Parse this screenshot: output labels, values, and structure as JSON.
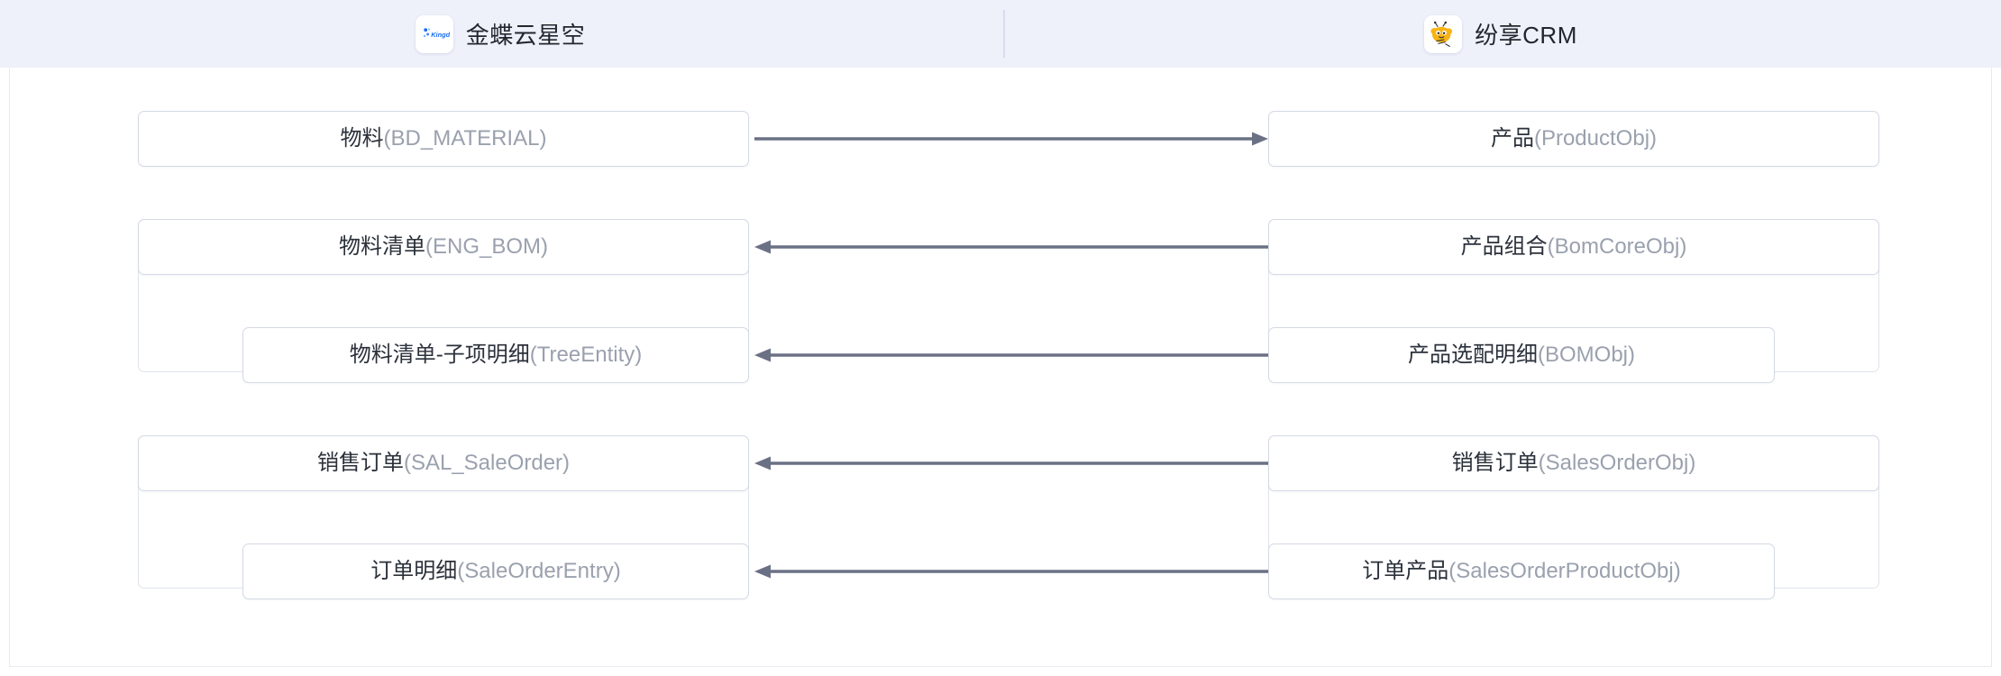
{
  "header": {
    "left": {
      "icon": "kingdee-logo-icon",
      "title": "金蝶云星空"
    },
    "right": {
      "icon": "fxiaoke-bee-logo-icon",
      "title": "纷享CRM"
    },
    "divider": "header-divider"
  },
  "colors": {
    "header_bg": "#eef1fa",
    "panel_bg": "#ffffff",
    "node_border": "#d4d9e4",
    "group_border": "#dfe3ec",
    "arrow": "#6b7185",
    "label_text": "#2b313b",
    "code_text": "#9aa1ae",
    "kingdee_blue": "#1a6ff0",
    "bee_yellow": "#f8b314"
  },
  "mappings": [
    {
      "id": "material-product",
      "direction": "right",
      "left": {
        "name": "物料",
        "code": "(BD_MATERIAL)"
      },
      "right": {
        "name": "产品",
        "code": "(ProductObj)"
      }
    },
    {
      "id": "bom-bomcore",
      "direction": "left",
      "left": {
        "name": "物料清单",
        "code": "(ENG_BOM)"
      },
      "right": {
        "name": "产品组合",
        "code": "(BomCoreObj)"
      }
    },
    {
      "id": "bomchild-bomobj",
      "direction": "left",
      "nested": true,
      "left": {
        "name": "物料清单-子项明细",
        "code": "(TreeEntity)"
      },
      "right": {
        "name": "产品选配明细",
        "code": "(BOMObj)"
      }
    },
    {
      "id": "saleorder-salesorder",
      "direction": "left",
      "left": {
        "name": "销售订单",
        "code": "(SAL_SaleOrder)"
      },
      "right": {
        "name": "销售订单",
        "code": "(SalesOrderObj)"
      }
    },
    {
      "id": "orderentry-orderproduct",
      "direction": "left",
      "nested": true,
      "left": {
        "name": "订单明细",
        "code": "(SaleOrderEntry)"
      },
      "right": {
        "name": "订单产品",
        "code": "(SalesOrderProductObj)"
      }
    }
  ]
}
